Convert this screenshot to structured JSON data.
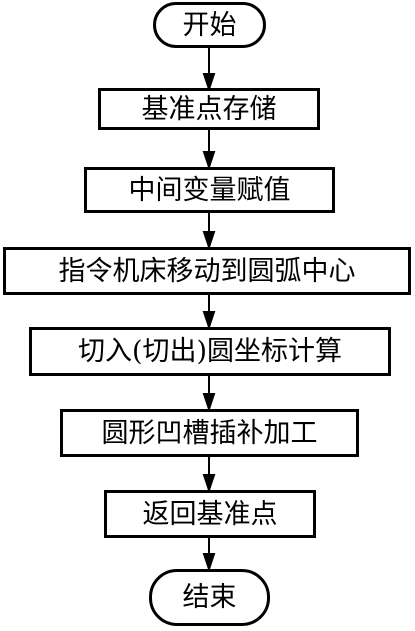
{
  "flowchart": {
    "start": "开始",
    "steps": [
      "基准点存储",
      "中间变量赋值",
      "指令机床移动到圆弧中心",
      "切入(切出)圆坐标计算",
      "圆形凹槽插补加工",
      "返回基准点"
    ],
    "end": "结束"
  }
}
